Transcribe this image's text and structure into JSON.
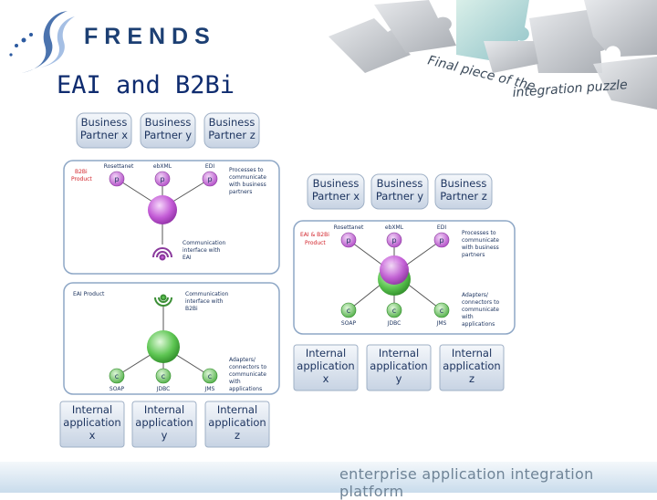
{
  "header": {
    "logo_text": "FRENDS",
    "tagline_line1": "Final piece of the",
    "tagline_line2": "integration puzzle"
  },
  "page_title": "EAI and B2Bi",
  "footer_text": "enterprise application integration platform",
  "colors": {
    "title": "#0f2c6f",
    "accent_red": "#d2232a",
    "hub_purple": "#c35bd6",
    "hub_green": "#5ec653"
  },
  "left_diagram": {
    "partners": [
      {
        "line1": "Business",
        "line2": "Partner x"
      },
      {
        "line1": "Business",
        "line2": "Partner y"
      },
      {
        "line1": "Business",
        "line2": "Partner z"
      }
    ],
    "b2bi_box": {
      "product_line1": "B2Bi",
      "product_line2": "Product",
      "protocols": [
        "Rosettanet",
        "ebXML",
        "EDI"
      ],
      "p_label": "p",
      "process_note": [
        "Processes to",
        "communicate",
        "with business",
        "partners"
      ],
      "comm_note": [
        "Communication",
        "interface with",
        "EAI"
      ]
    },
    "eai_box": {
      "product_label": "EAI Product",
      "comm_note": [
        "Communication",
        "interface with",
        "B2Bi"
      ],
      "c_label": "c",
      "adapters": [
        "SOAP",
        "JDBC",
        "JMS"
      ],
      "adapter_note": [
        "Adapters/",
        "connectors to",
        "communicate",
        "with",
        "applications"
      ]
    },
    "apps": [
      {
        "line1": "Internal",
        "line2": "application",
        "line3": "x"
      },
      {
        "line1": "Internal",
        "line2": "application",
        "line3": "y"
      },
      {
        "line1": "Internal",
        "line2": "application",
        "line3": "z"
      }
    ]
  },
  "right_diagram": {
    "partners": [
      {
        "line1": "Business",
        "line2": "Partner x"
      },
      {
        "line1": "Business",
        "line2": "Partner y"
      },
      {
        "line1": "Business",
        "line2": "Partner z"
      }
    ],
    "product_line1": "EAI & B2Bi",
    "product_line2": "Product",
    "protocols": [
      "Rosettanet",
      "ebXML",
      "EDI"
    ],
    "p_label": "p",
    "c_label": "c",
    "adapters": [
      "SOAP",
      "JDBC",
      "JMS"
    ],
    "process_note": [
      "Processes to",
      "communicate",
      "with business",
      "partners"
    ],
    "adapter_note": [
      "Adapters/",
      "connectors to",
      "communicate",
      "with",
      "applications"
    ],
    "apps": [
      {
        "line1": "Internal",
        "line2": "application",
        "line3": "x"
      },
      {
        "line1": "Internal",
        "line2": "application",
        "line3": "y"
      },
      {
        "line1": "Internal",
        "line2": "application",
        "line3": "z"
      }
    ]
  }
}
